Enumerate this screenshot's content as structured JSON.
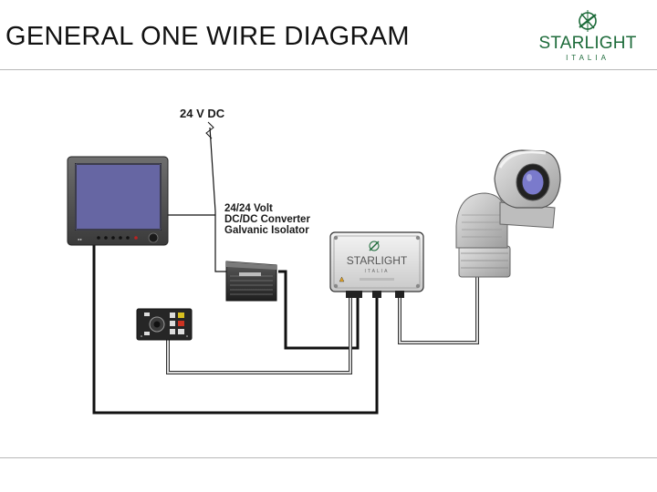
{
  "header": {
    "title": "GENERAL ONE WIRE DIAGRAM"
  },
  "logo": {
    "word": "STARLIGHT",
    "sub": "ITALIA",
    "color": "#1d6b3a"
  },
  "diagram": {
    "power_label": "24 V DC",
    "converter_label_1": "24/24 Volt",
    "converter_label_2": "DC/DC Converter",
    "converter_label_3": "Galvanic Isolator",
    "junction_box_word": "STARLIGHT",
    "junction_box_sub": "ITALIA",
    "cable_color": "#111111",
    "light_cable_color": "#9a9a9a"
  }
}
